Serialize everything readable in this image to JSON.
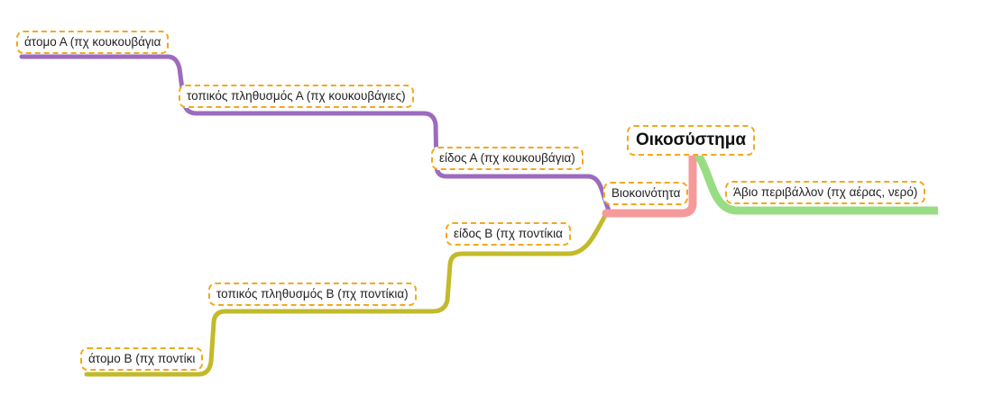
{
  "mindmap": {
    "root": {
      "label": "Οικοσύστημα"
    },
    "branches": {
      "community": {
        "label": "Βιοκοινότητα",
        "color": "#f59a9a"
      },
      "abiotic": {
        "label": "Άβιο περιβάλλον (πχ αέρας, νερό)",
        "color": "#98dd84"
      },
      "species_a": {
        "label": "είδος Α (πχ κουκουβάγια)",
        "color": "#9c6bbf"
      },
      "population_a": {
        "label": "τοπικός πληθυσμός Α (πχ κουκουβάγιες)",
        "color": "#9c6bbf"
      },
      "individual_a": {
        "label": "άτομο Α (πχ κουκουβάγια",
        "color": "#9c6bbf"
      },
      "species_b": {
        "label": "είδος Β (πχ ποντίκια",
        "color": "#c2ba2a"
      },
      "population_b": {
        "label": "τοπικός πληθυσμός Β (πχ ποντίκια)",
        "color": "#c2ba2a"
      },
      "individual_b": {
        "label": "άτομο Β (πχ ποντίκι",
        "color": "#c2ba2a"
      }
    },
    "node_border_color": "#f4a81c"
  }
}
